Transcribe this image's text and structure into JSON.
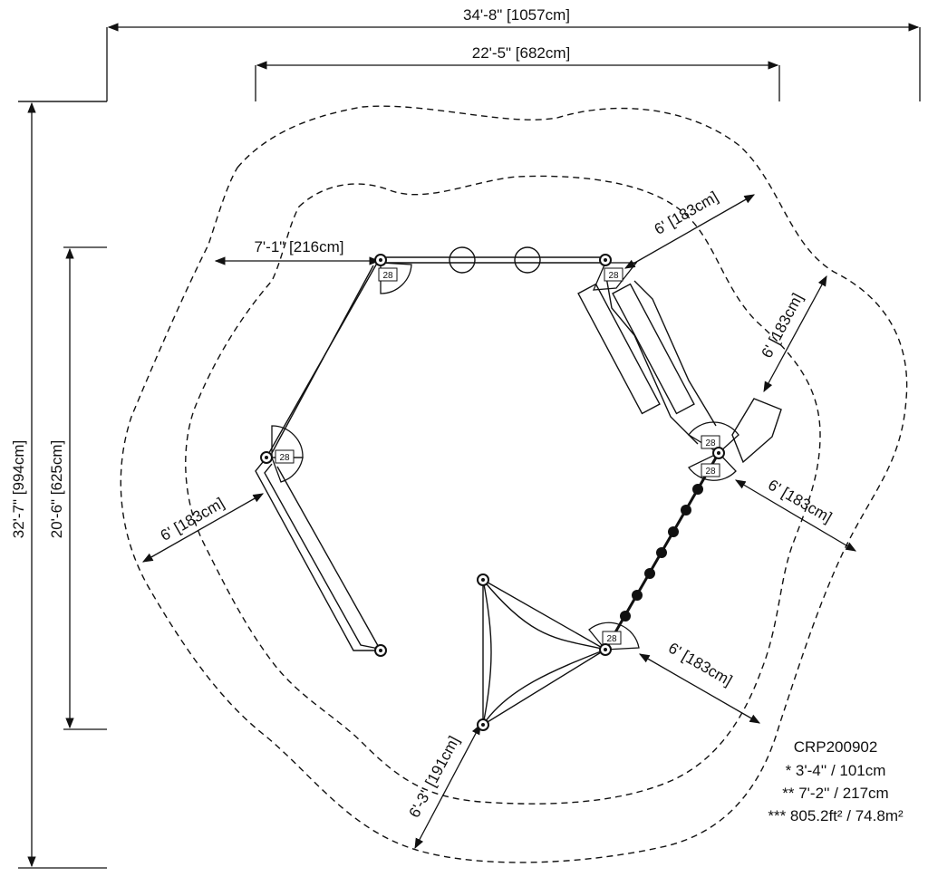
{
  "dimensions": {
    "overall_width": "34'-8\" [1057cm]",
    "inner_width": "22'-5\" [682cm]",
    "overall_height": "32'-7\" [994cm]",
    "inner_height": "20'-6\" [625cm]",
    "top_left_offset": "7'-1\" [216cm]",
    "top_right_offset": "6' [183cm]",
    "right_upper_offset": "6' [183cm]",
    "right_mid_offset": "6' [183cm]",
    "left_offset": "6' [183cm]",
    "bottom_right_offset": "6' [183cm]",
    "bottom_offset": "6'-3\" [191cm]"
  },
  "post_tag": "28",
  "notes": {
    "model": "CRP200902",
    "line1": "* 3'-4'' / 101cm",
    "line2": "** 7'-2'' / 217cm",
    "line3": "*** 805.2ft² / 74.8m²"
  },
  "colors": {
    "line": "#111111",
    "background": "#ffffff"
  }
}
